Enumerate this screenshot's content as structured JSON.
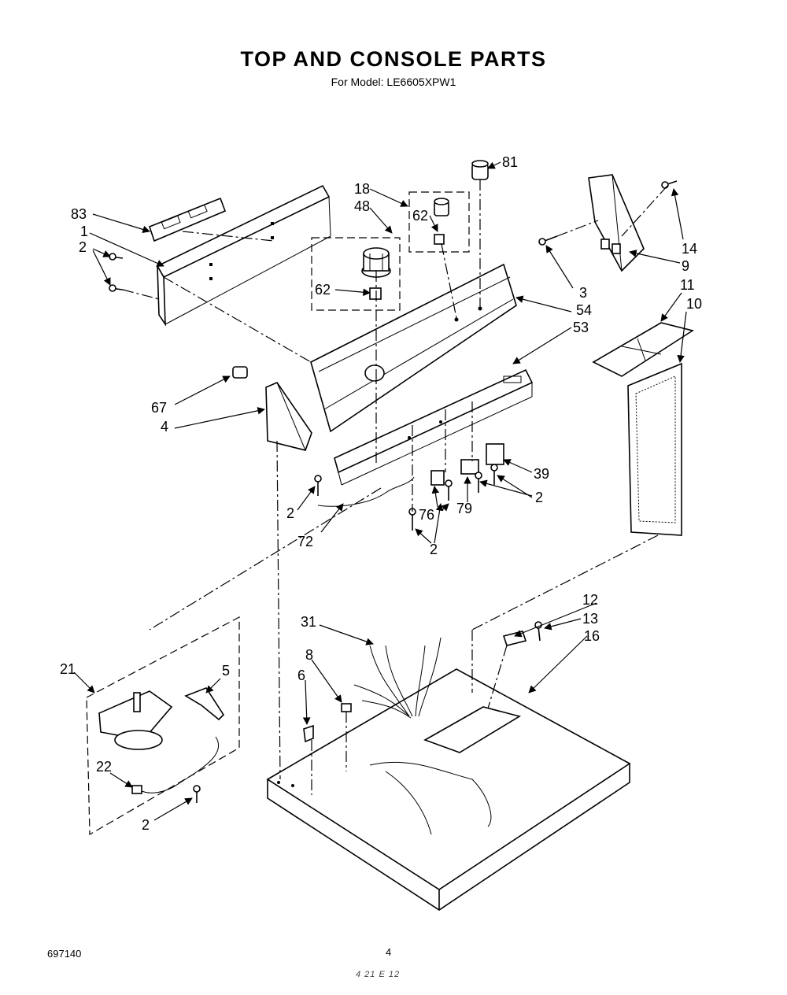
{
  "header": {
    "title": "TOP AND CONSOLE PARTS",
    "subtitle": "For Model: LE6605XPW1"
  },
  "footer": {
    "part_number": "697140",
    "page_number": "4",
    "handwritten_mark": "4 21 E 12"
  },
  "callouts": {
    "c83": "83",
    "c1": "1",
    "c2a": "2",
    "c18": "18",
    "c48": "48",
    "c62a": "62",
    "c62b": "62",
    "c81": "81",
    "c14": "14",
    "c9": "9",
    "c3": "3",
    "c54": "54",
    "c53": "53",
    "c11": "11",
    "c10": "10",
    "c67": "67",
    "c4": "4",
    "c39": "39",
    "c2b": "2",
    "c2c": "2",
    "c76": "76",
    "c79": "79",
    "c72": "72",
    "c2d": "2",
    "c31": "31",
    "c12": "12",
    "c13": "13",
    "c16": "16",
    "c8": "8",
    "c6": "6",
    "c21": "21",
    "c5": "5",
    "c22": "22",
    "c2e": "2"
  }
}
